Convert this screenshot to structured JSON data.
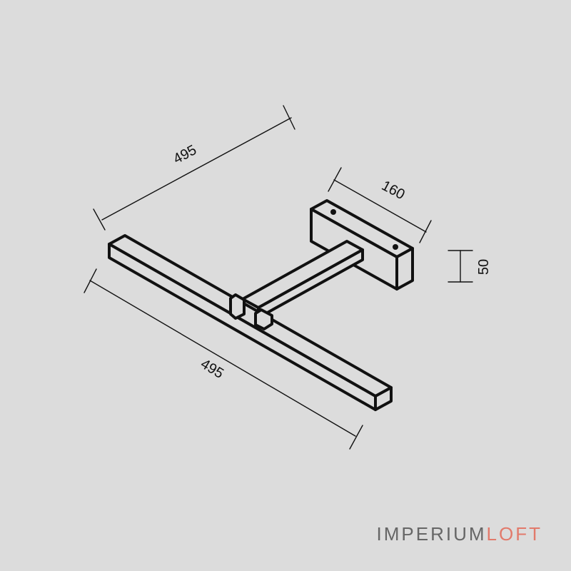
{
  "dimensions": {
    "top_length": "495",
    "bottom_length": "495",
    "base_width": "160",
    "base_height": "50"
  },
  "logo": {
    "part1": "IMPERIUM",
    "part2": "LOFT",
    "part1_color": "#666666",
    "part2_color": "#e27a6b"
  },
  "colors": {
    "background": "#dcdcdc",
    "ink": "#111111"
  }
}
